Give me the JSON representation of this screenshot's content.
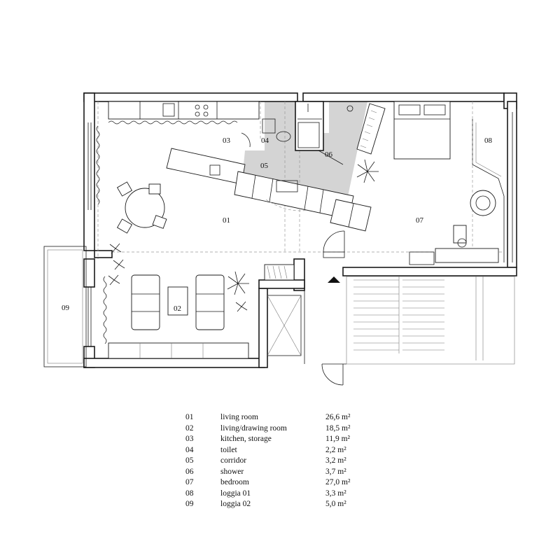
{
  "rooms": [
    {
      "num": "01",
      "name": "living room",
      "area": "26,6 m²"
    },
    {
      "num": "02",
      "name": "living/drawing room",
      "area": "18,5 m²"
    },
    {
      "num": "03",
      "name": "kitchen, storage",
      "area": "11,9 m²"
    },
    {
      "num": "04",
      "name": "toilet",
      "area": "2,2 m²"
    },
    {
      "num": "05",
      "name": "corridor",
      "area": "3,2 m²"
    },
    {
      "num": "06",
      "name": "shower",
      "area": "3,7 m²"
    },
    {
      "num": "07",
      "name": "bedroom",
      "area": "27,0 m²"
    },
    {
      "num": "08",
      "name": "loggia 01",
      "area": "3,3 m²"
    },
    {
      "num": "09",
      "name": "loggia 02",
      "area": "5,0 m²"
    }
  ],
  "colors": {
    "line": "#1a1a1a",
    "fill_wet_zone": "#d4d4d4",
    "background": "#ffffff"
  },
  "icons": {
    "entrance": "entrance-arrow-icon"
  }
}
